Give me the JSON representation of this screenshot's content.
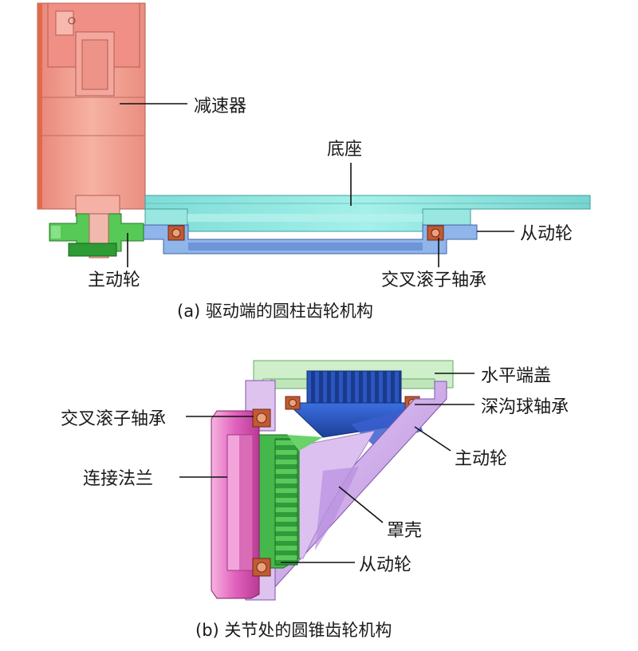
{
  "figure_a": {
    "caption": "(a) 驱动端的圆柱齿轮机构",
    "labels": {
      "reducer": "减速器",
      "base": "底座",
      "driven_gear": "从动轮",
      "crossed_roller_bearing": "交叉滚子轴承",
      "driving_gear": "主动轮"
    }
  },
  "figure_b": {
    "caption": "(b) 关节处的圆锥齿轮机构",
    "labels": {
      "horizontal_end_cover": "水平端盖",
      "deep_groove_ball_bearing": "深沟球轴承",
      "crossed_roller_bearing": "交叉滚子轴承",
      "driving_gear": "主动轮",
      "connecting_flange": "连接法兰",
      "housing": "罩壳",
      "driven_gear": "从动轮"
    }
  },
  "colors": {
    "reducer": "#f2a58e",
    "base": "#8de6e0",
    "base_lower": "#8fb8ec",
    "gear_green": "#5fd25f",
    "bearing": "#c8623a",
    "cover": "#c9ecc6",
    "bevel_blue": "#2e5fc9",
    "flange_pink": "#e27cc2",
    "housing_violet": "#c9a3e6"
  }
}
